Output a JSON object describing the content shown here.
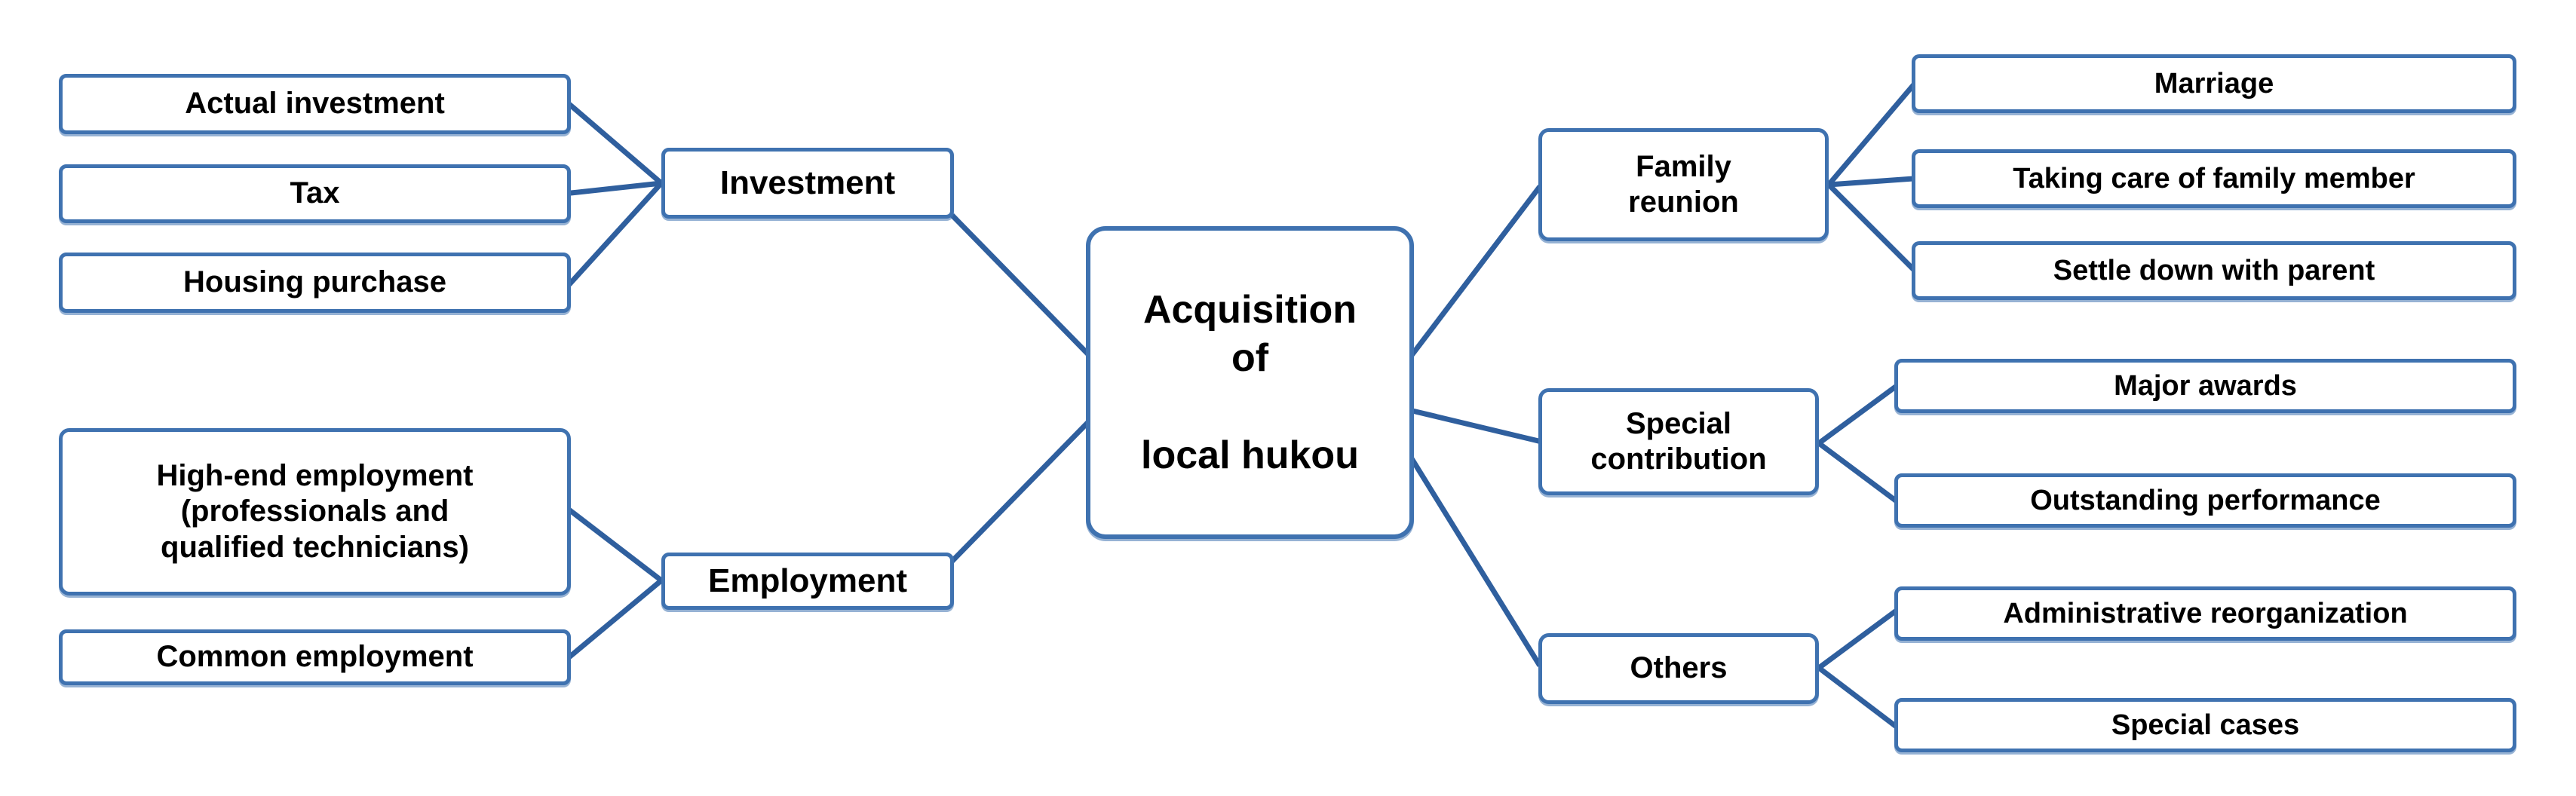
{
  "diagram": {
    "title_node": {
      "id": "acquisition-of-local-hukou",
      "label": "Acquisition\nof\n\nlocal hukou"
    },
    "accent_color": "#3f72b0",
    "background_color": "#ffffff",
    "text_color": "#000000",
    "left_branches": [
      {
        "id": "investment",
        "label": "Investment",
        "children": [
          {
            "id": "actual-investment",
            "label": "Actual investment"
          },
          {
            "id": "tax",
            "label": "Tax"
          },
          {
            "id": "housing-purchase",
            "label": "Housing purchase"
          }
        ]
      },
      {
        "id": "employment",
        "label": "Employment",
        "children": [
          {
            "id": "high-end-employment",
            "label": "High-end employment\n(professionals and\nqualified technicians)"
          },
          {
            "id": "common-employment",
            "label": "Common employment"
          }
        ]
      }
    ],
    "right_branches": [
      {
        "id": "family-reunion",
        "label": "Family\nreunion",
        "children": [
          {
            "id": "marriage",
            "label": "Marriage"
          },
          {
            "id": "taking-care-of-family-member",
            "label": "Taking care of family member"
          },
          {
            "id": "settle-down-with-parent",
            "label": "Settle down with parent"
          }
        ]
      },
      {
        "id": "special-contribution",
        "label": "Special\ncontribution",
        "children": [
          {
            "id": "major-awards",
            "label": "Major awards"
          },
          {
            "id": "outstanding-performance",
            "label": "Outstanding performance"
          }
        ]
      },
      {
        "id": "others",
        "label": "Others",
        "children": [
          {
            "id": "administrative-reorganization",
            "label": "Administrative reorganization"
          },
          {
            "id": "special-cases",
            "label": "Special cases"
          }
        ]
      }
    ]
  }
}
